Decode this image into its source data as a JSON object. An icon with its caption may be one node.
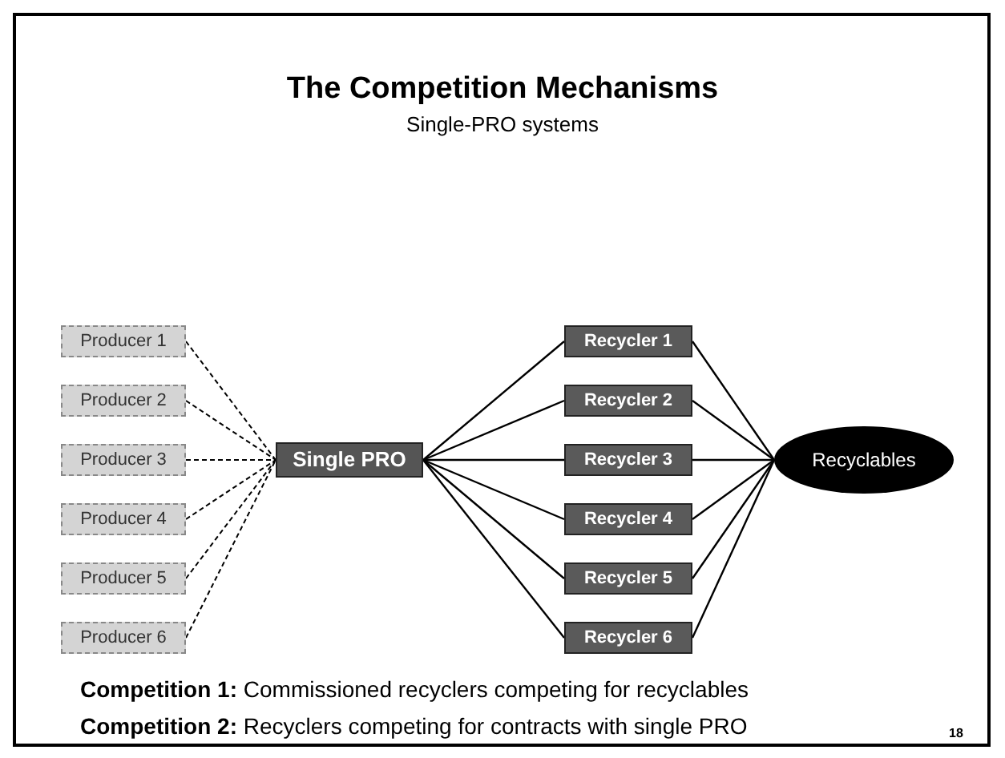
{
  "diagram": {
    "title": "The Competition Mechanisms",
    "caption": "Single-PRO systems",
    "nodes": [
      {
        "text": [
          "Producer 1"
        ]
      },
      {
        "text": [
          "Producer 2"
        ]
      },
      {
        "text": [
          "Producer 3"
        ]
      },
      {
        "text": [
          "Producer 4"
        ]
      },
      {
        "text": [
          "Producer 5"
        ]
      },
      {
        "text": [
          "Producer 6"
        ]
      },
      {
        "text": [
          "Single PRO"
        ]
      },
      {
        "text": [
          "Recycler 1"
        ]
      },
      {
        "text": [
          "Recycler 2"
        ]
      },
      {
        "text": [
          "Recycler 3"
        ]
      },
      {
        "text": [
          "Recycler 4"
        ]
      },
      {
        "text": [
          "Recycler 5"
        ]
      },
      {
        "text": [
          "Recycler 6"
        ]
      },
      {
        "text": [
          "Recyclables"
        ]
      }
    ],
    "edges": [
      {
        "from": 0,
        "to": 6,
        "arrow": "none",
        "style": "dashed"
      },
      {
        "from": 1,
        "to": 6,
        "arrow": "none",
        "style": "dashed"
      },
      {
        "from": 2,
        "to": 6,
        "arrow": "none",
        "style": "dashed"
      },
      {
        "from": 3,
        "to": 6,
        "arrow": "none",
        "style": "dashed"
      },
      {
        "from": 4,
        "to": 6,
        "arrow": "none",
        "style": "dashed"
      },
      {
        "from": 5,
        "to": 6,
        "arrow": "none",
        "style": "dashed"
      },
      {
        "from": 6,
        "to": 7,
        "arrow": "none"
      },
      {
        "from": 6,
        "to": 8,
        "arrow": "none"
      },
      {
        "from": 6,
        "to": 9,
        "arrow": "none"
      },
      {
        "from": 6,
        "to": 10,
        "arrow": "none"
      },
      {
        "from": 6,
        "to": 11,
        "arrow": "none"
      },
      {
        "from": 6,
        "to": 12,
        "arrow": "none"
      },
      {
        "from": 7,
        "to": 13,
        "arrow": "none"
      },
      {
        "from": 8,
        "to": 13,
        "arrow": "none"
      },
      {
        "from": 9,
        "to": 13,
        "arrow": "none"
      },
      {
        "from": 10,
        "to": 13,
        "arrow": "none"
      },
      {
        "from": 11,
        "to": 13,
        "arrow": "none"
      },
      {
        "from": 12,
        "to": 13,
        "arrow": "none"
      }
    ],
    "labels": [
      "**Competition 1:** Commissioned recyclers competing for recyclables",
      "**Competition 2:** Recyclers competing for contracts with single PRO",
      "18"
    ]
  }
}
